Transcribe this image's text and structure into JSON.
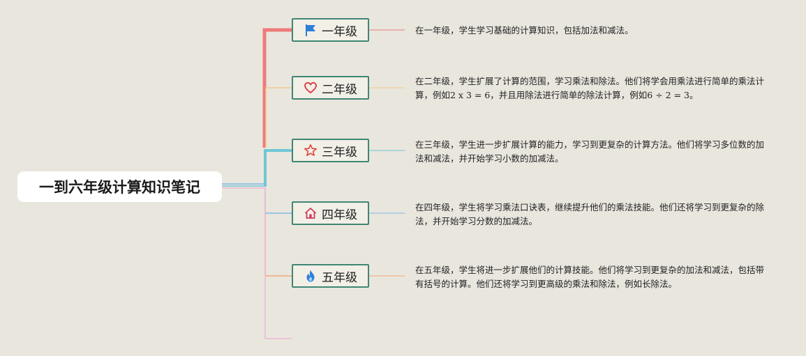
{
  "root": {
    "title": "一到六年级计算知识笔记"
  },
  "colors": {
    "node_border": "#3f8673",
    "branch_1": "#ee7b7b",
    "branch_2": "#f3c98a",
    "branch_3": "#6fc7d6",
    "branch_4": "#7db9e4",
    "branch_5": "#f0a873",
    "branch_6": "#f1b7d3"
  },
  "grades": [
    {
      "label": "一年级",
      "icon": "flag-icon",
      "description": "在一年级，学生学习基础的计算知识，包括加法和减法。"
    },
    {
      "label": "二年级",
      "icon": "heart-icon",
      "description": "在二年级，学生扩展了计算的范围，学习乘法和除法。他们将学会用乘法进行简单的乘法计算，例如2 x 3 = 6，并且用除法进行简单的除法计算，例如6 ÷ 2 = 3。"
    },
    {
      "label": "三年级",
      "icon": "star-icon",
      "description": "在三年级，学生进一步扩展计算的能力，学习到更复杂的计算方法。他们将学习多位数的加法和减法，并开始学习小数的加减法。"
    },
    {
      "label": "四年级",
      "icon": "home-icon",
      "description": "在四年级，学生将学习乘法口诀表，继续提升他们的乘法技能。他们还将学习到更复杂的除法，并开始学习分数的加减法。"
    },
    {
      "label": "五年级",
      "icon": "fire-icon",
      "description": "在五年级，学生将进一步扩展他们的计算技能。他们将学习到更复杂的加法和减法，包括带有括号的计算。他们还将学习到更高级的乘法和除法，例如长除法。"
    }
  ]
}
